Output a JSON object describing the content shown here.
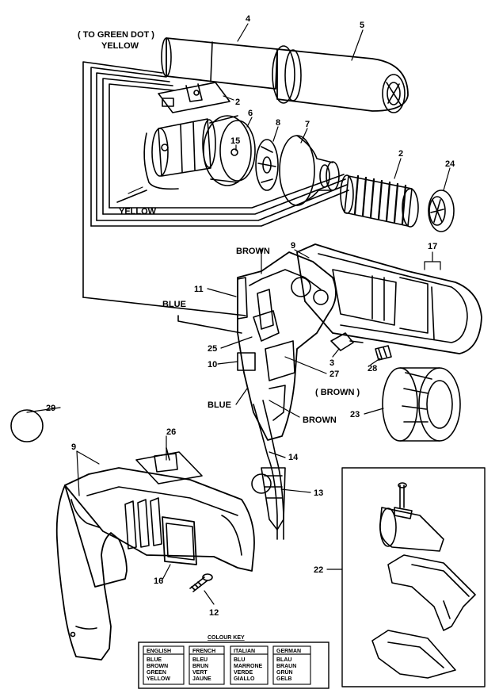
{
  "labels": {
    "to_green_dot": "( TO GREEN DOT )",
    "yellow_top": "YELLOW",
    "yellow_bottom": "YELLOW",
    "brown_top": "BROWN",
    "brown_paren": "( BROWN )",
    "brown_lower": "BROWN",
    "blue_left": "BLUE",
    "blue_lower": "BLUE"
  },
  "part_numbers": {
    "p4": "4",
    "p5": "5",
    "p2a": "2",
    "p6": "6",
    "p8": "8",
    "p7": "7",
    "p15": "15",
    "p2b": "2",
    "p24": "24",
    "p9a": "9",
    "p17": "17",
    "p11": "11",
    "p25": "25",
    "p3": "3",
    "p28": "28",
    "p10": "10",
    "p27": "27",
    "p23": "23",
    "p29": "29",
    "p26": "26",
    "p9b": "9",
    "p14": "14",
    "p13": "13",
    "p22": "22",
    "p16": "16",
    "p12": "12"
  },
  "colour_key": {
    "title": "COLOUR KEY",
    "columns": [
      {
        "header": "ENGLISH",
        "values": [
          "BLUE",
          "BROWN",
          "GREEN",
          "YELLOW"
        ]
      },
      {
        "header": "FRENCH",
        "values": [
          "BLEU",
          "BRUN",
          "VERT",
          "JAUNE"
        ]
      },
      {
        "header": "ITALIAN",
        "values": [
          "BLU",
          "MARRONE",
          "VERDE",
          "GIALLO"
        ]
      },
      {
        "header": "GERMAN",
        "values": [
          "BLAU",
          "BRAUN",
          "GRÜN",
          "GELB"
        ]
      }
    ]
  }
}
